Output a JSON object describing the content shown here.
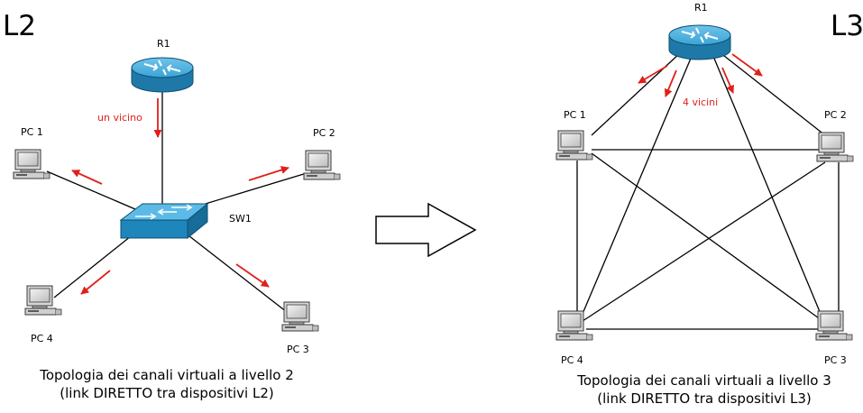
{
  "left": {
    "heading": "L2",
    "router_label": "R1",
    "switch_label": "SW1",
    "pcs": [
      "PC 1",
      "PC 2",
      "PC 3",
      "PC 4"
    ],
    "annotation": "un vicino",
    "caption_line1": "Topologia dei canali virtuali a livello 2",
    "caption_line2": "(link DIRETTO tra dispositivi L2)"
  },
  "right": {
    "heading": "L3",
    "router_label": "R1",
    "pcs": [
      "PC 1",
      "PC 2",
      "PC 3",
      "PC 4"
    ],
    "annotation": "4 vicini",
    "caption_line1": "Topologia dei canali virtuali a livello 3",
    "caption_line2": "(link DIRETTO tra dispositivi L3)"
  },
  "colors": {
    "arrow": "#e0201b",
    "router_body": "#2b8fc4",
    "switch_body": "#2d9ed1"
  }
}
